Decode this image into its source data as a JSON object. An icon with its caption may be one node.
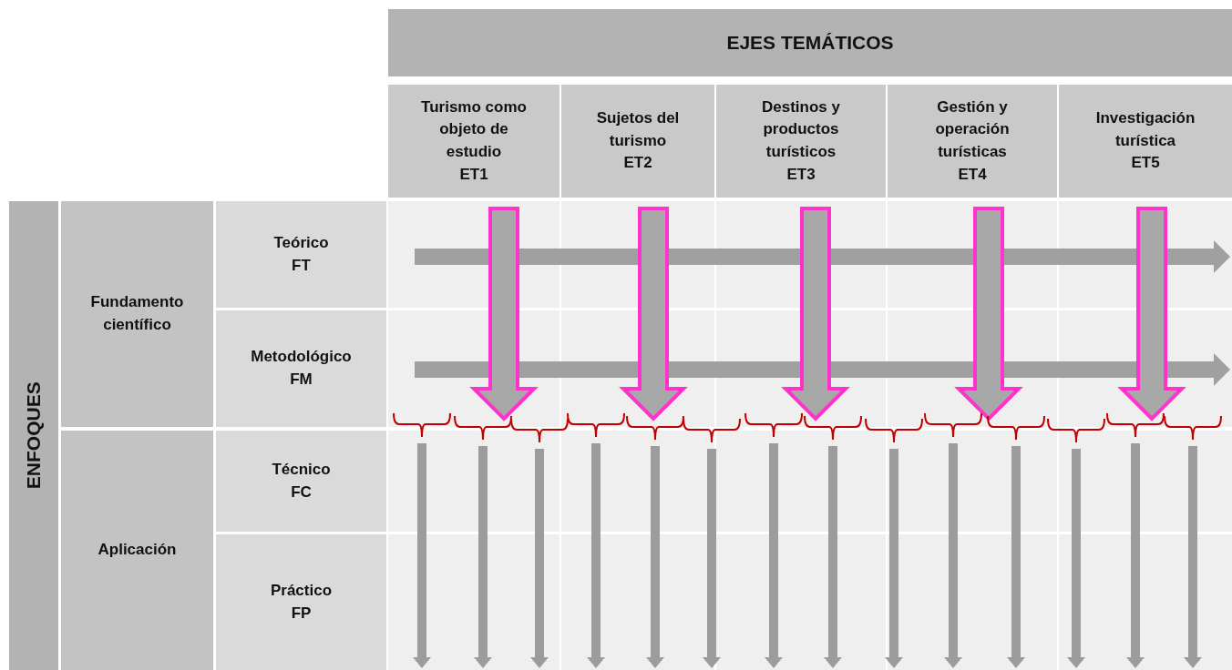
{
  "diagram": {
    "nodes": [
      {
        "text": [
          "EJES TEMÁTICOS"
        ]
      },
      {
        "text": [
          "Turismo como objeto de estudio",
          "ET1"
        ]
      },
      {
        "text": [
          "Sujetos del turismo",
          "ET2"
        ]
      },
      {
        "text": [
          "Destinos y productos turísticos",
          "ET3"
        ]
      },
      {
        "text": [
          "Gestión y operación turísticas",
          "ET4"
        ]
      },
      {
        "text": [
          "Investigación turística",
          "ET5"
        ]
      },
      {
        "text": [
          "ENFOQUES"
        ]
      },
      {
        "text": [
          "Fundamento científico"
        ]
      },
      {
        "text": [
          "Aplicación"
        ]
      },
      {
        "text": [
          "Teórico",
          "FT"
        ]
      },
      {
        "text": [
          "Metodológico",
          "FM"
        ]
      },
      {
        "text": [
          "Técnico",
          "FC"
        ]
      },
      {
        "text": [
          "Práctico",
          "FP"
        ]
      }
    ],
    "edges": [
      {
        "from": 1,
        "to": null,
        "arrow": "to",
        "style": "thick",
        "color": "#ff33cc"
      },
      {
        "from": 2,
        "to": null,
        "arrow": "to",
        "style": "thick",
        "color": "#ff33cc"
      },
      {
        "from": 3,
        "to": null,
        "arrow": "to",
        "style": "thick",
        "color": "#ff33cc"
      },
      {
        "from": 4,
        "to": null,
        "arrow": "to",
        "style": "thick",
        "color": "#ff33cc"
      },
      {
        "from": 5,
        "to": null,
        "arrow": "to",
        "style": "thick",
        "color": "#ff33cc"
      }
    ]
  }
}
